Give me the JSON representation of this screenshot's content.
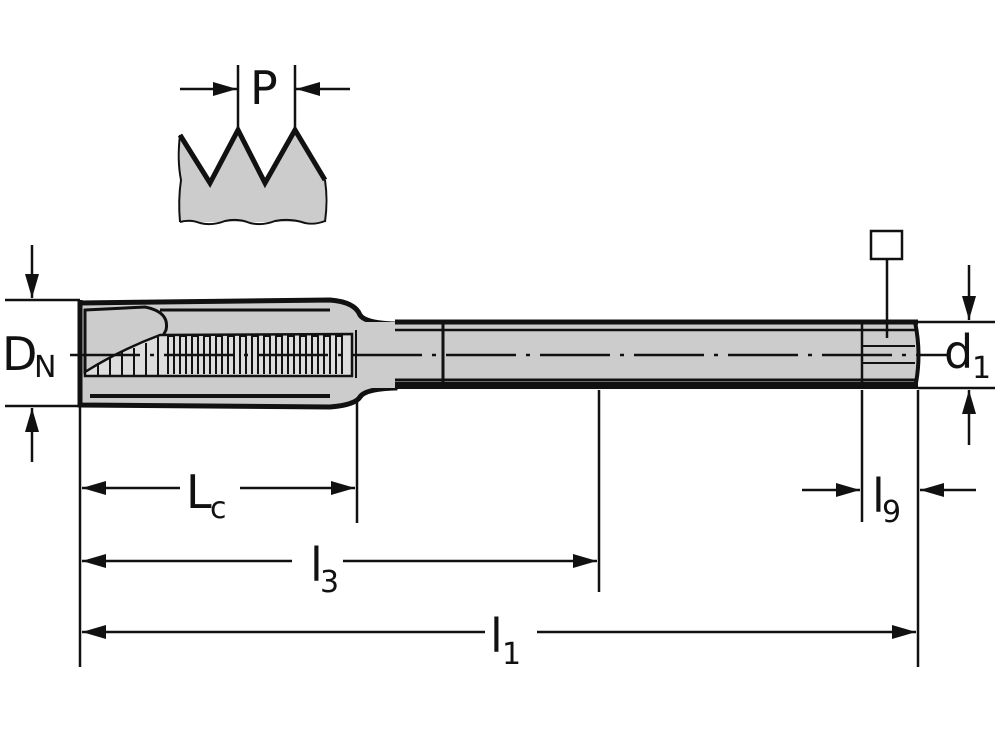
{
  "diagram": {
    "type": "technical-drawing",
    "subject": "machine tap (thread cutting tool) with dimension annotations",
    "colors": {
      "line": "#111111",
      "fill": "#cccccc",
      "background": "#ffffff"
    },
    "thread_profile": {
      "label": "P",
      "meaning": "thread pitch"
    },
    "square_symbol": {
      "label": "□",
      "meaning": "square drive"
    },
    "dimensions": {
      "DN": {
        "main": "D",
        "sub": "N",
        "meaning": "nominal diameter"
      },
      "d1": {
        "main": "d",
        "sub": "1",
        "meaning": "shank diameter"
      },
      "Lc": {
        "main": "L",
        "sub": "c",
        "meaning": "thread length"
      },
      "l3": {
        "main": "l",
        "sub": "3",
        "meaning": "neck length"
      },
      "l1": {
        "main": "l",
        "sub": "1",
        "meaning": "overall length"
      },
      "l9": {
        "main": "l",
        "sub": "9",
        "meaning": "square length"
      }
    }
  }
}
